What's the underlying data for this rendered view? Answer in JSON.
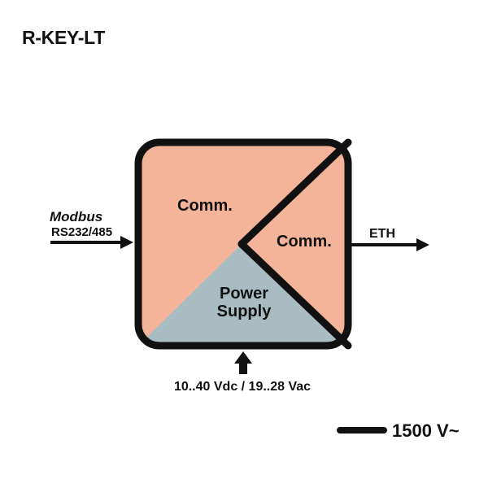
{
  "title": "R-KEY-LT",
  "blocks": {
    "comm_left": "Comm.",
    "comm_right": "Comm.",
    "power_line1": "Power",
    "power_line2": "Supply"
  },
  "input": {
    "protocol_logo": "Modbus",
    "interface": "RS232/485"
  },
  "output": {
    "interface": "ETH"
  },
  "power_input": {
    "label": "10..40 Vdc / 19..28 Vac"
  },
  "isolation": {
    "label": "1500 V~"
  },
  "colors": {
    "comm_fill": "#f4b49a",
    "power_fill": "#a9bcc2",
    "stroke": "#111111"
  }
}
